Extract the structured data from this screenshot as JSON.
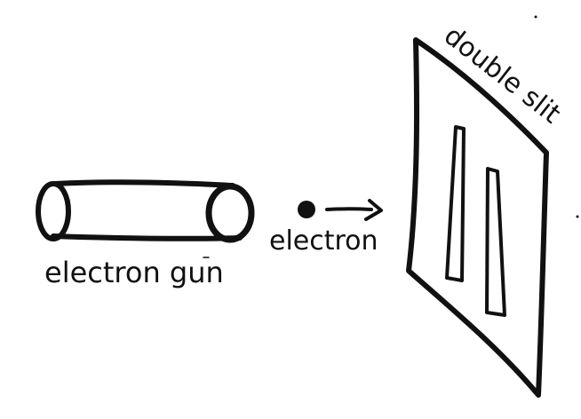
{
  "labels": {
    "gun": "electron gun",
    "electron": "electron",
    "slit": "double slit"
  },
  "colors": {
    "ink": "#111111",
    "background": "#ffffff"
  }
}
